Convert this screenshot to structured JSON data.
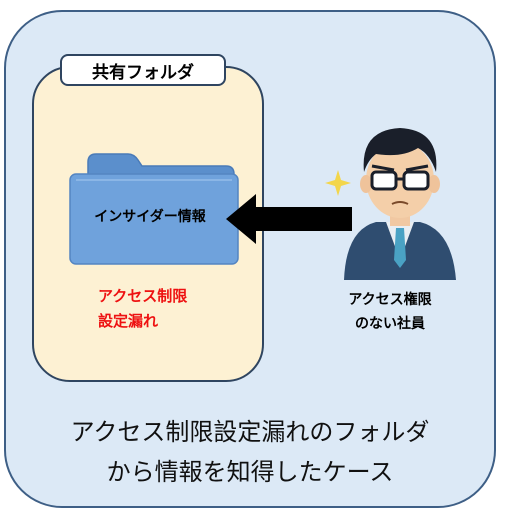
{
  "shared_folder": {
    "tab_label": "共有フォルダ"
  },
  "folder": {
    "label": "インサイダー情報"
  },
  "warning": {
    "line1": "アクセス制限",
    "line2": "設定漏れ"
  },
  "employee": {
    "line1": "アクセス権限",
    "line2": "のない社員"
  },
  "caption": {
    "line1": "アクセス制限設定漏れのフォルダ",
    "line2": "から情報を知得したケース"
  },
  "colors": {
    "card_background": "#dce9f6",
    "shared_folder_background": "#fdf1d3",
    "folder_blue": "#6fa2dc",
    "warning_red": "#ee1111",
    "arrow": "#000000"
  },
  "icons": [
    "folder-icon",
    "arrow-left-icon",
    "employee-with-glasses-icon",
    "sparkle-icon"
  ]
}
